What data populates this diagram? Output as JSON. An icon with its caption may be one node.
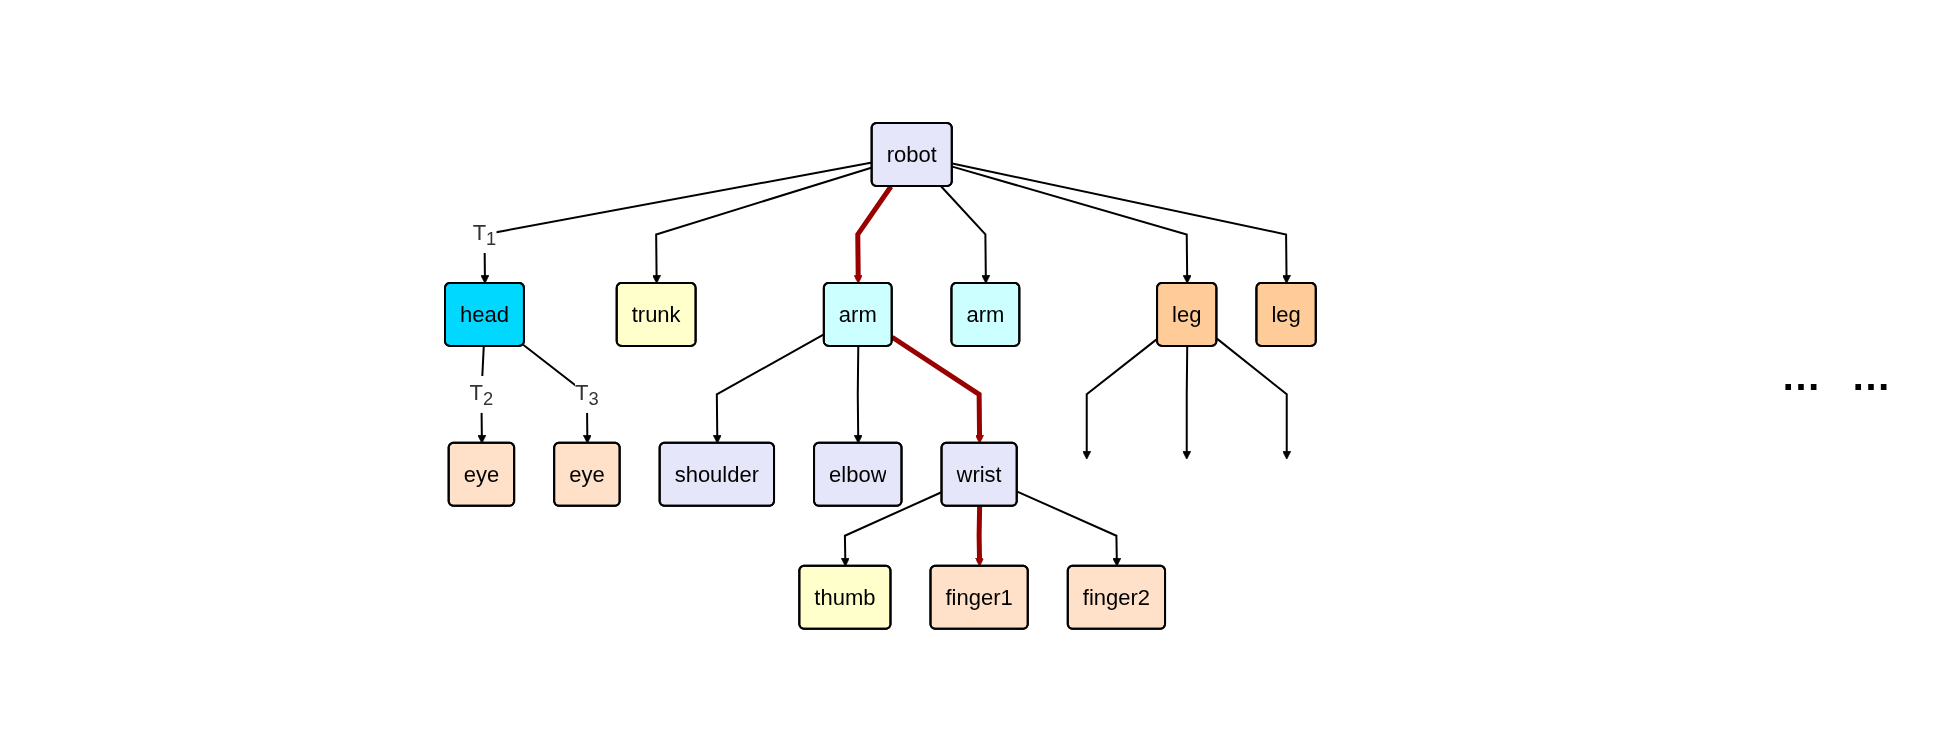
{
  "diagram": {
    "nodes": [
      {
        "text": [
          "robot"
        ]
      },
      {
        "text": [
          "head"
        ]
      },
      {
        "text": [
          "trunk"
        ]
      },
      {
        "text": [
          "arm"
        ]
      },
      {
        "text": [
          "arm"
        ]
      },
      {
        "text": [
          "leg"
        ]
      },
      {
        "text": [
          "leg"
        ]
      },
      {
        "text": [
          "eye"
        ]
      },
      {
        "text": [
          "eye"
        ]
      },
      {
        "text": [
          "shoulder"
        ]
      },
      {
        "text": [
          "elbow"
        ]
      },
      {
        "text": [
          "wrist"
        ]
      },
      {
        "text": [
          "thumb"
        ]
      },
      {
        "text": [
          "finger1"
        ]
      },
      {
        "text": [
          "finger2"
        ]
      }
    ],
    "edges": [
      {
        "from": 0,
        "to": 1,
        "arrow": "to",
        "label": "T$_{1}$"
      },
      {
        "from": 0,
        "to": 2,
        "arrow": "to"
      },
      {
        "from": 0,
        "to": 3,
        "arrow": "to",
        "style": "thick",
        "color": "#990000"
      },
      {
        "from": 0,
        "to": 4,
        "arrow": "to"
      },
      {
        "from": 0,
        "to": 5,
        "arrow": "to"
      },
      {
        "from": 0,
        "to": 6,
        "arrow": "to"
      },
      {
        "from": 1,
        "to": 7,
        "arrow": "to",
        "label": "T$_{2}$"
      },
      {
        "from": 1,
        "to": 8,
        "arrow": "to",
        "label": "T$_{3}$"
      },
      {
        "from": 3,
        "to": 9,
        "arrow": "to"
      },
      {
        "from": 3,
        "to": 10,
        "arrow": "to"
      },
      {
        "from": 3,
        "to": 11,
        "arrow": "to",
        "style": "thick",
        "color": "#990000"
      },
      {
        "from": 11,
        "to": 12,
        "arrow": "to"
      },
      {
        "from": 11,
        "to": 13,
        "arrow": "to",
        "style": "thick",
        "color": "#990000"
      },
      {
        "from": 11,
        "to": 14,
        "arrow": "to"
      },
      {
        "from": 5,
        "to": null,
        "arrow": "to"
      },
      {
        "from": 5,
        "to": null,
        "arrow": "to"
      },
      {
        "from": 5,
        "to": null,
        "arrow": "to"
      }
    ],
    "labels": [
      "…",
      "…"
    ]
  }
}
